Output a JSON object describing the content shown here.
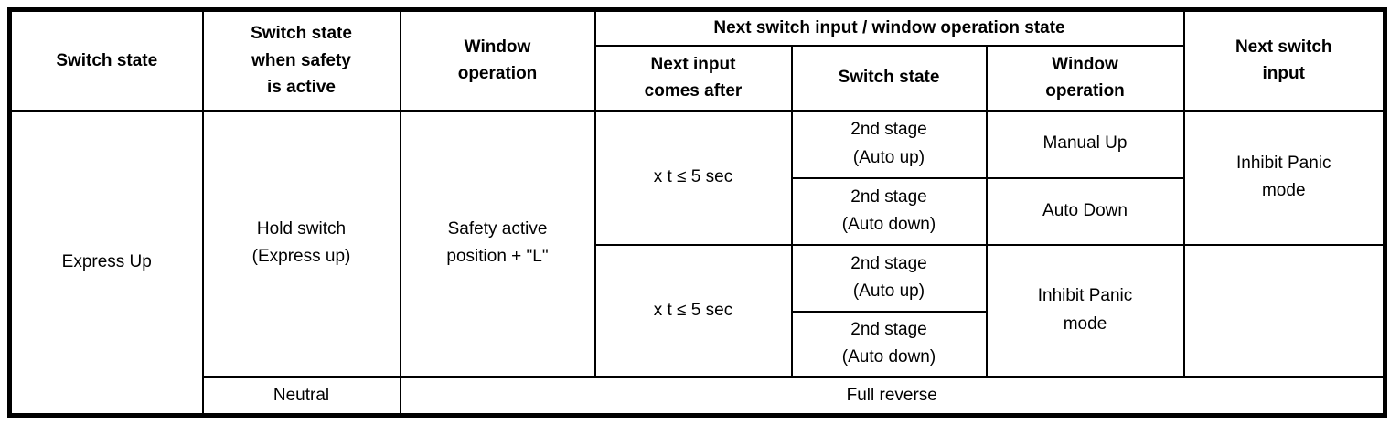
{
  "colors": {
    "border": "#000000",
    "background": "#ffffff",
    "text": "#000000"
  },
  "table": {
    "header": {
      "col_switch_state": "Switch state",
      "col_safety_state": "Switch state\nwhen safety\nis active",
      "col_window_operation": "Window\noperation",
      "group_next": "Next switch input / window operation state",
      "sub_next_input_after": "Next input\ncomes after",
      "sub_switch_state": "Switch state",
      "sub_window_operation": "Window\noperation",
      "col_next_switch_input": "Next switch\ninput"
    },
    "body": {
      "switch_state": "Express Up",
      "safety_state": "Hold switch\n(Express up)",
      "window_operation": "Safety active\nposition + \"L\"",
      "group1": {
        "next_input_after": "x t ≤ 5 sec",
        "rows": [
          {
            "switch_state": "2nd stage\n(Auto up)",
            "window_operation": "Manual Up"
          },
          {
            "switch_state": "2nd stage\n(Auto down)",
            "window_operation": "Auto Down"
          }
        ],
        "next_switch_input": "Inhibit Panic\nmode"
      },
      "group2": {
        "next_input_after": "x t ≤ 5 sec",
        "rows": [
          {
            "switch_state": "2nd stage\n(Auto up)"
          },
          {
            "switch_state": "2nd stage\n(Auto down)"
          }
        ],
        "window_operation": "Inhibit Panic\nmode",
        "next_switch_input": ""
      },
      "neutral_row": {
        "safety_state": "Neutral",
        "result": "Full reverse"
      }
    }
  }
}
